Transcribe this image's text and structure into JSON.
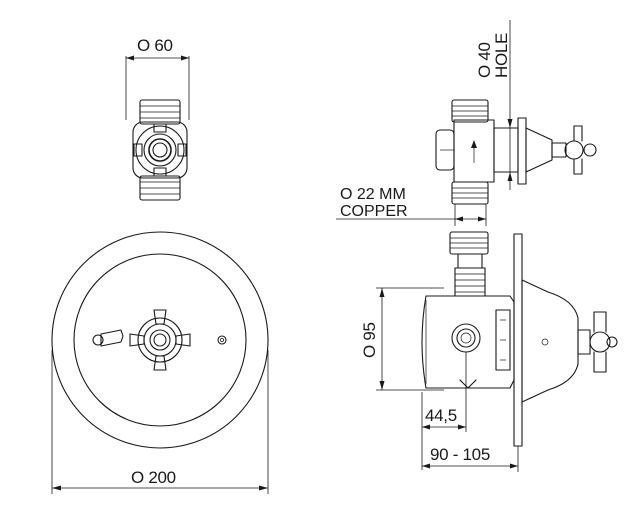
{
  "dimensions": {
    "top_width": "O 60",
    "hole_diameter": "O 40",
    "hole_word": "HOLE",
    "copper_size": "O 22 MM",
    "copper_word": "COPPER",
    "body_height": "O 95",
    "inlet_offset": "44,5",
    "depth_range": "90 - 105",
    "plate_diameter": "O 200"
  }
}
